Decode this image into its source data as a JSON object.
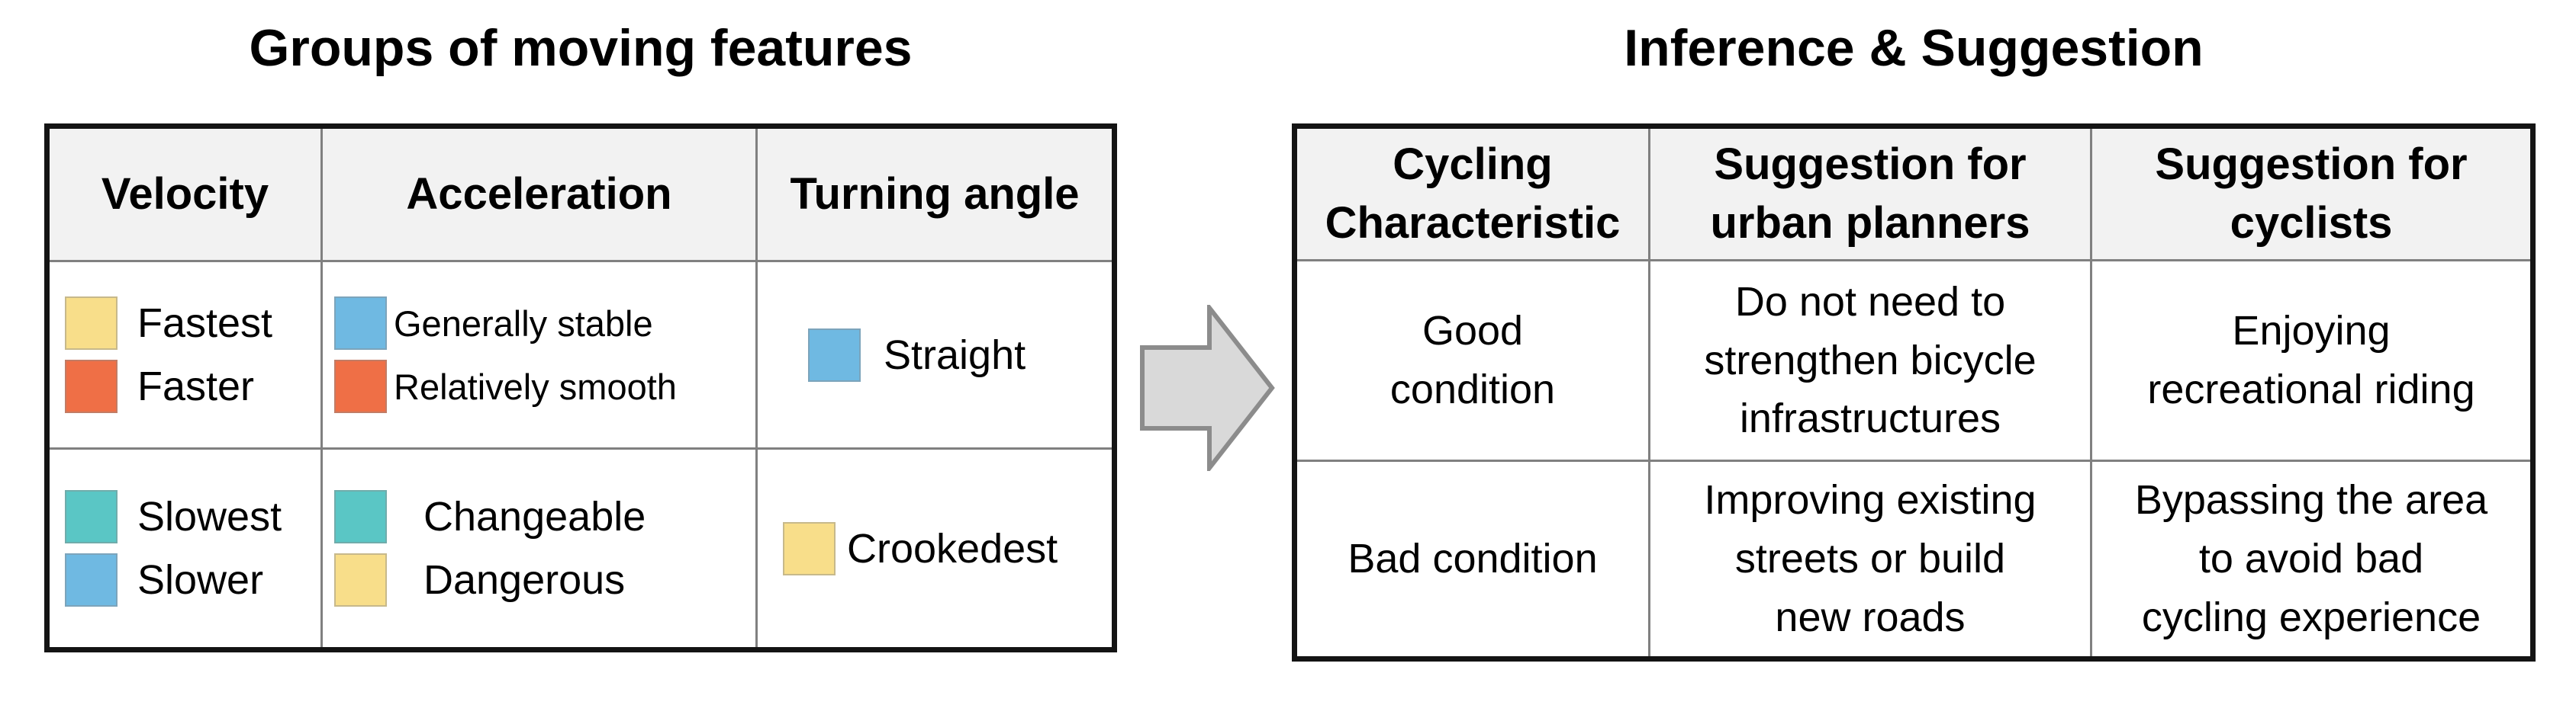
{
  "left_panel": {
    "title": "Groups of moving features",
    "table": {
      "headers": [
        "Velocity",
        "Acceleration",
        "Turning angle"
      ],
      "cells": {
        "velocity_top": [
          {
            "label": "Fastest",
            "color": "#F8DE8A"
          },
          {
            "label": "Faster",
            "color": "#EF6F46"
          }
        ],
        "acceleration_top": [
          {
            "label": "Generally stable",
            "color": "#6FB9E2"
          },
          {
            "label": "Relatively smooth",
            "color": "#EF6F46"
          }
        ],
        "turning_top": [
          {
            "label": "Straight",
            "color": "#6FB9E2"
          }
        ],
        "velocity_bottom": [
          {
            "label": "Slowest",
            "color": "#5AC6C5"
          },
          {
            "label": "Slower",
            "color": "#6FB9E2"
          }
        ],
        "acceleration_bottom": [
          {
            "label": "Changeable",
            "color": "#5AC6C5"
          },
          {
            "label": "Dangerous",
            "color": "#F8DE8A"
          }
        ],
        "turning_bottom": [
          {
            "label": "Crookedest",
            "color": "#F8DE8A"
          }
        ]
      }
    }
  },
  "arrow": {
    "fill": "#D9D9D9",
    "stroke": "#8C8C8C"
  },
  "right_panel": {
    "title": "Inference & Suggestion",
    "table": {
      "headers": [
        "Cycling\nCharacteristic",
        "Suggestion for\nurban planners",
        "Suggestion for\ncyclists"
      ],
      "rows": [
        [
          "Good\ncondition",
          "Do not need to\nstrengthen bicycle\ninfrastructures",
          "Enjoying\nrecreational riding"
        ],
        [
          "Bad condition",
          "Improving existing\nstreets or build\nnew roads",
          "Bypassing the area\nto avoid bad\ncycling experience"
        ]
      ]
    }
  }
}
